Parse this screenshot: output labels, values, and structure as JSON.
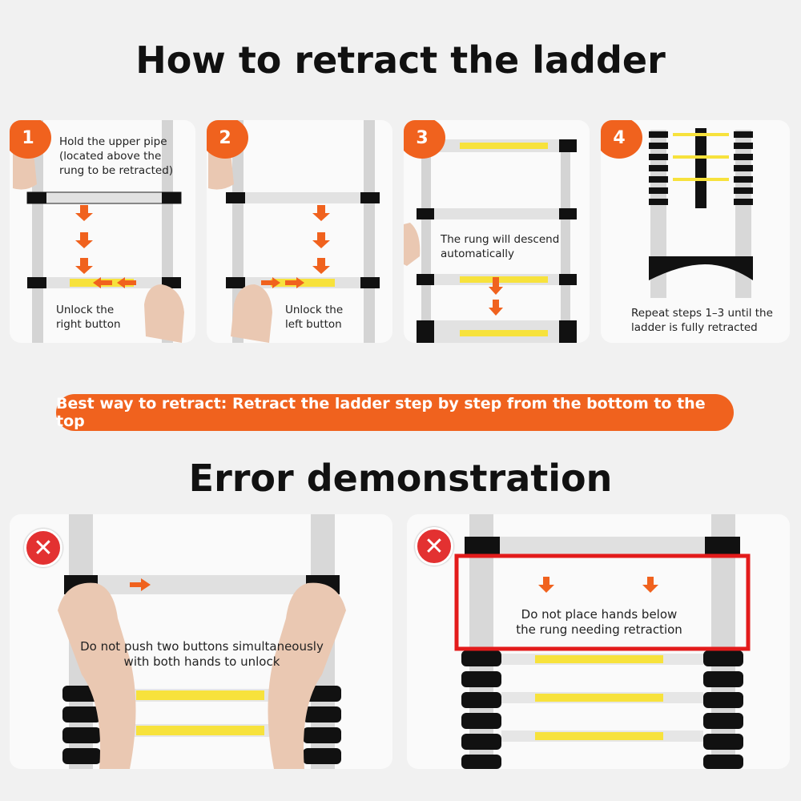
{
  "title_main": "How to retract the ladder",
  "steps": [
    {
      "num": "1",
      "text": "Hold the upper pipe\n(located above the\nrung to be retracted)",
      "caption": "Unlock the\nright button"
    },
    {
      "num": "2",
      "caption": "Unlock the\nleft button"
    },
    {
      "num": "3",
      "text": "The rung will descend\nautomatically"
    },
    {
      "num": "4",
      "caption": "Repeat steps 1–3 until the\nladder is fully retracted"
    }
  ],
  "banner": "Best way to retract: Retract the ladder step by step from the bottom to the top",
  "title_error": "Error demonstration",
  "errors": [
    {
      "icon": "cross-icon",
      "text": "Do not push two buttons simultaneously\nwith both hands to unlock"
    },
    {
      "icon": "cross-icon",
      "text": "Do not place hands below\nthe rung needing retraction"
    }
  ],
  "colors": {
    "accent": "#f0621e",
    "error": "#e33131",
    "highlight_box": "#e31b1b"
  }
}
